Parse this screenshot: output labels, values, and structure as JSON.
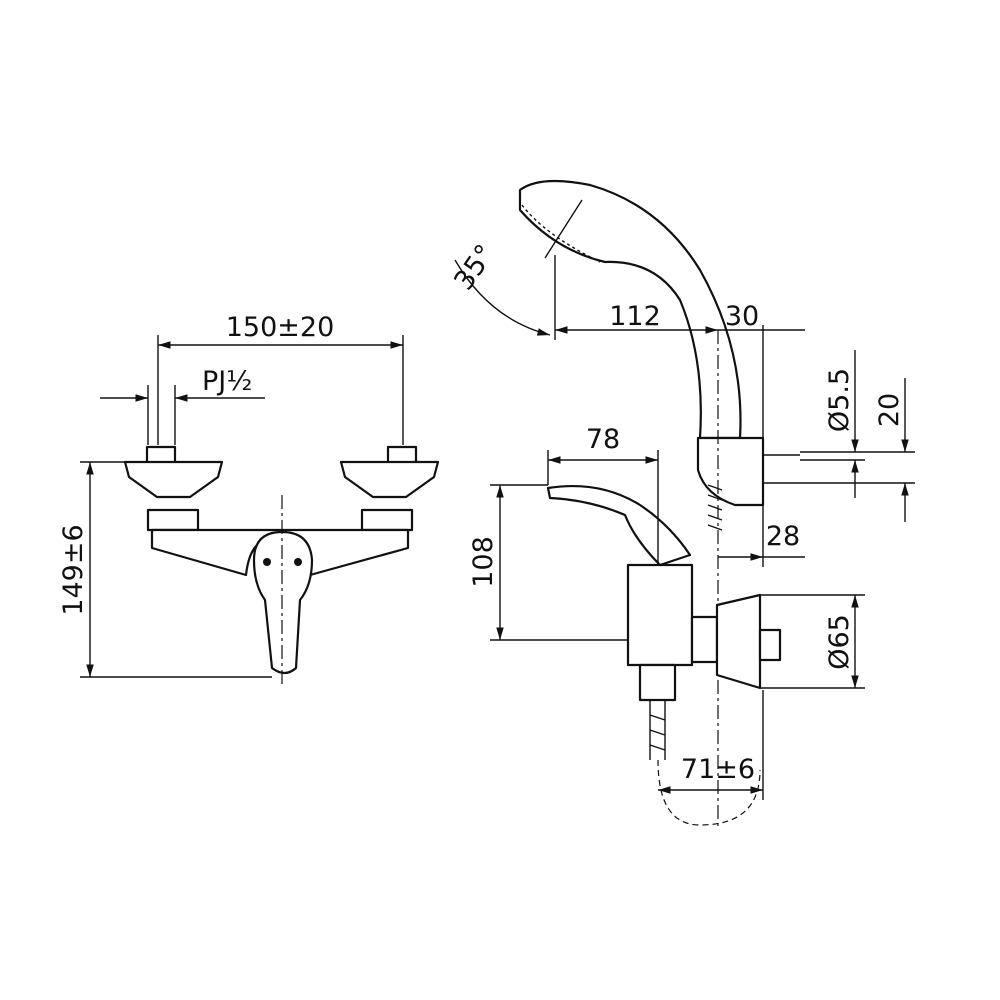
{
  "front_view": {
    "width_dim": "150±20",
    "thread_dim": "PJ½",
    "height_dim": "149±6"
  },
  "side_view": {
    "angle_dim": "35°",
    "head_reach_dim": "112",
    "holder_offset_dim": "30",
    "screw_dia_dim": "Ø5.5",
    "screw_spacing_dim": "20",
    "lever_length_dim": "78",
    "lever_height_dim": "108",
    "holder_depth_dim": "28",
    "flange_dia_dim": "Ø65",
    "wall_offset_dim": "71±6"
  }
}
